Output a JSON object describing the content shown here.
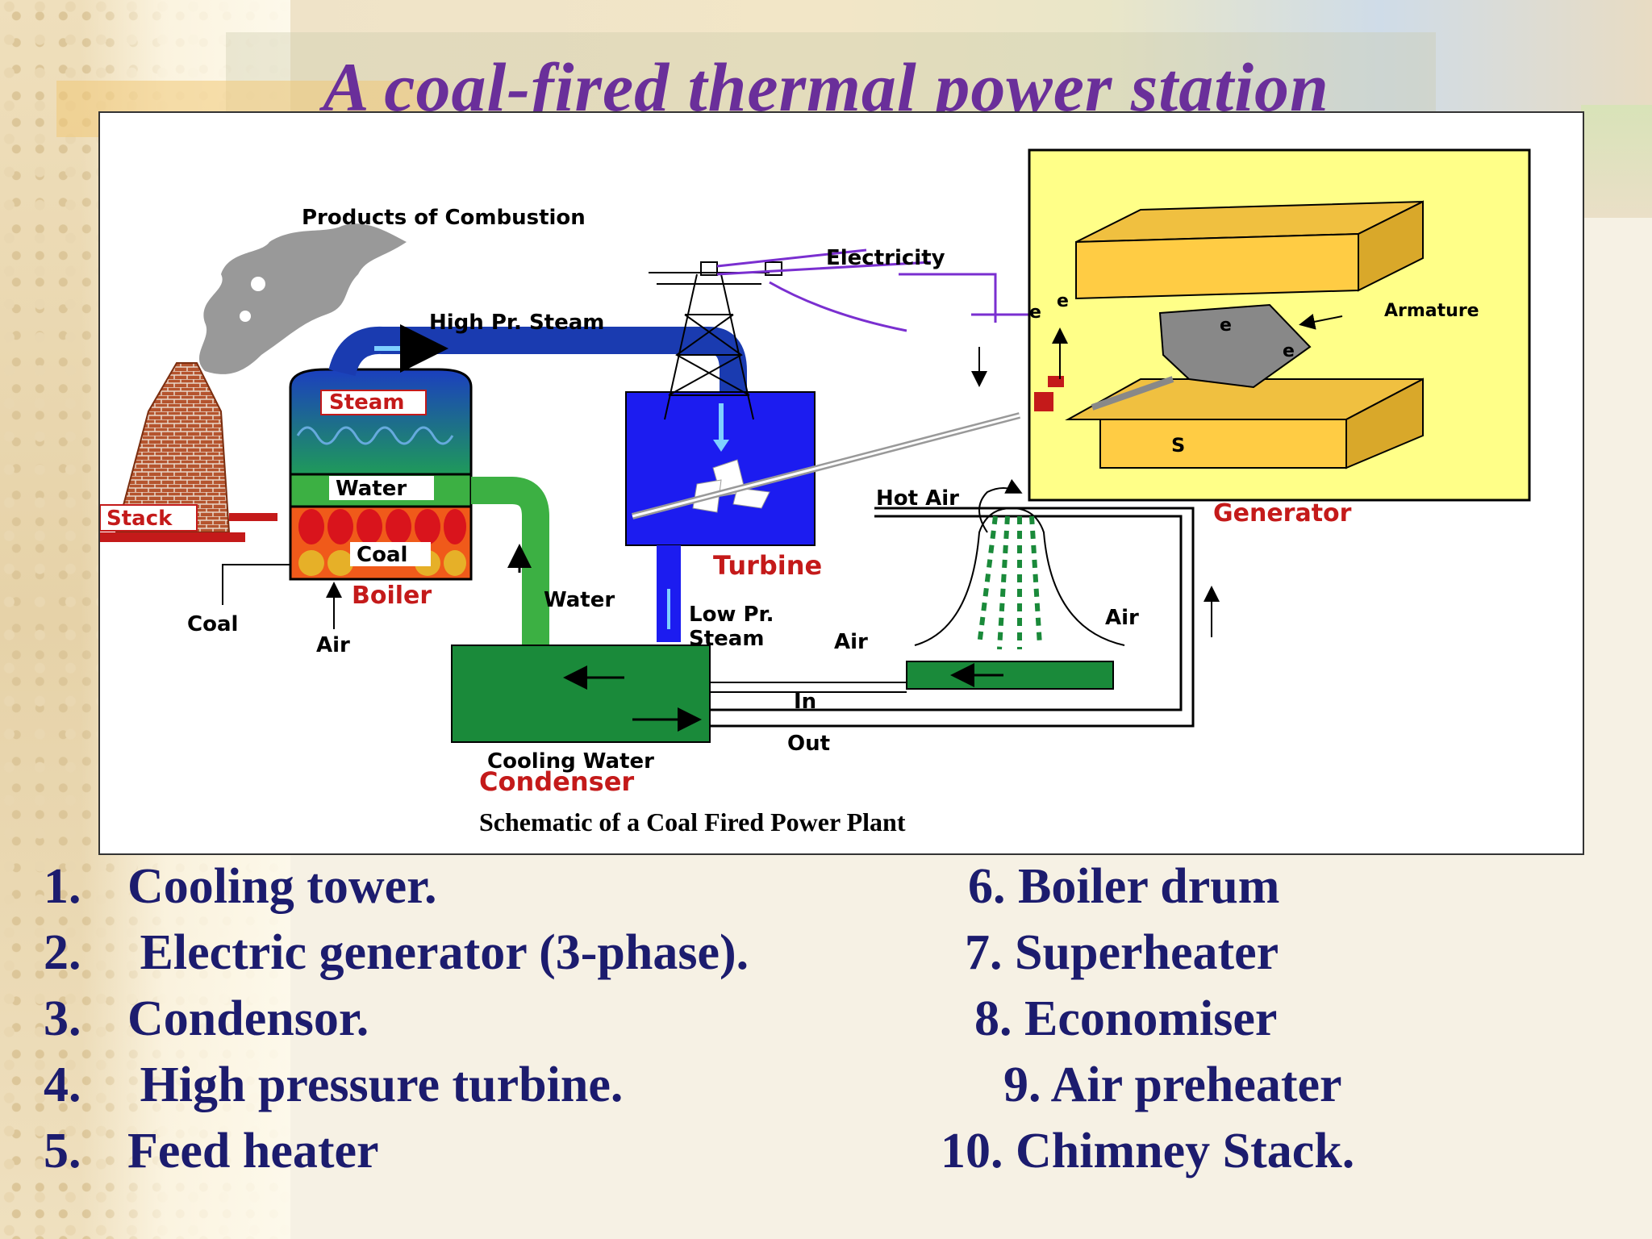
{
  "title": "A coal-fired thermal power station",
  "diagram": {
    "caption": "Schematic of a Coal Fired Power Plant",
    "labels": {
      "products_of_combustion": "Products of Combustion",
      "electricity": "Electricity",
      "high_pr_steam": "High Pr. Steam",
      "steam": "Steam",
      "water_boiler": "Water",
      "coal_boiler": "Coal",
      "stack": "Stack",
      "boiler": "Boiler",
      "coal_feed": "Coal",
      "air_feed": "Air",
      "water_return": "Water",
      "turbine": "Turbine",
      "low_pr_steam_1": "Low Pr.",
      "low_pr_steam_2": "Steam",
      "hot_air": "Hot Air",
      "air_left": "Air",
      "air_right": "Air",
      "in": "In",
      "out": "Out",
      "cooling_water": "Cooling Water",
      "condenser": "Condenser",
      "generator": "Generator",
      "armature": "Armature",
      "e1": "e",
      "e2": "e",
      "e3": "e",
      "e4": "e",
      "pole_s": "S"
    }
  },
  "legend": {
    "left": [
      {
        "num": "1.",
        "text": "Cooling tower."
      },
      {
        "num": "2.",
        "text": " Electric generator (3-phase)."
      },
      {
        "num": "3.",
        "text": "Condensor."
      },
      {
        "num": "4.",
        "text": " High pressure turbine."
      },
      {
        "num": "5.",
        "text": "Feed heater"
      }
    ],
    "right": [
      "6. Boiler drum",
      "7. Superheater",
      "8. Economiser",
      "9. Air preheater",
      "10. Chimney Stack."
    ]
  }
}
